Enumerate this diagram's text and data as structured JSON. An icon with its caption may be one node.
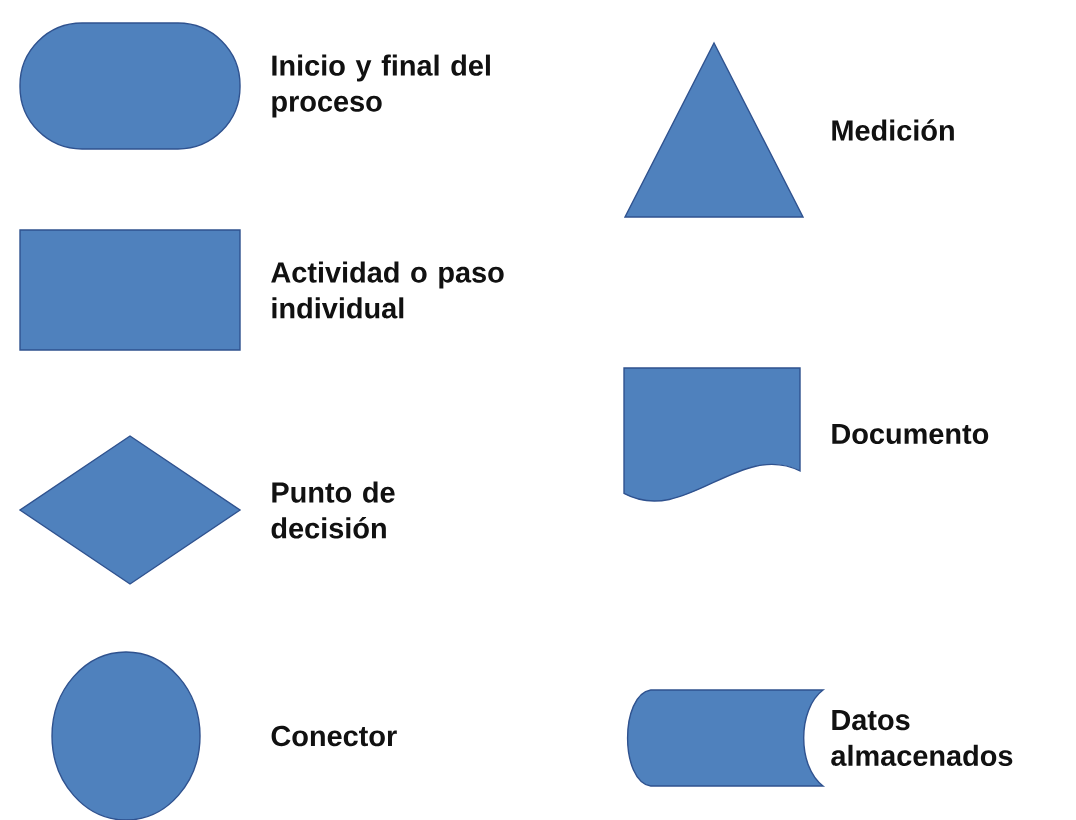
{
  "diagram": {
    "nodes": [
      {
        "text": [],
        "shape": "stadium",
        "beside": [
          "Inicio y final del proceso"
        ]
      },
      {
        "text": [],
        "shape": "box",
        "beside": [
          "Actividad o paso individual"
        ]
      },
      {
        "text": [],
        "shape": "diamond",
        "beside": [
          "Punto de decisión"
        ]
      },
      {
        "text": [],
        "shape": "circle",
        "beside": [
          "Conector"
        ]
      },
      {
        "text": [],
        "shape": "triangle",
        "beside": [
          "Medición"
        ]
      },
      {
        "text": [],
        "shape": "document",
        "beside": [
          "Documento"
        ]
      },
      {
        "text": [],
        "shape": "cylinder",
        "beside": [
          "Datos almacenados"
        ]
      }
    ]
  }
}
